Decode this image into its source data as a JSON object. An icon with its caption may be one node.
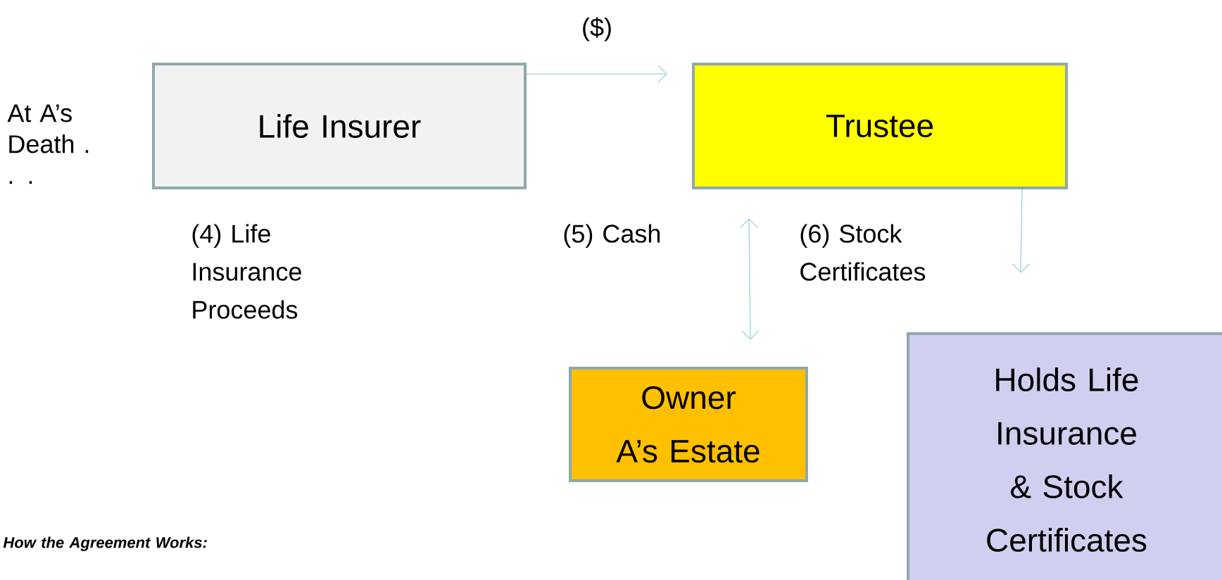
{
  "diagram": {
    "nodes": [
      {
        "text": [
          "Life Insurer"
        ]
      },
      {
        "text": [
          "Trustee"
        ]
      },
      {
        "text": [
          "Owner A’s Estate"
        ]
      },
      {
        "text": [
          "Holds Life Insurance & Stock Certificates"
        ]
      }
    ],
    "edges": [
      {
        "from": 0,
        "to": 1,
        "arrow": "to",
        "label": "($)"
      },
      {
        "from": 1,
        "to": 2,
        "arrow": "both"
      },
      {
        "from": 1,
        "to": 3,
        "arrow": "to"
      }
    ],
    "labels": [
      "At A’s Death . . .",
      "(4) Life Insurance Proceeds",
      "(5) Cash",
      "(6) Stock Certificates",
      "How the Agreement Works:"
    ]
  }
}
